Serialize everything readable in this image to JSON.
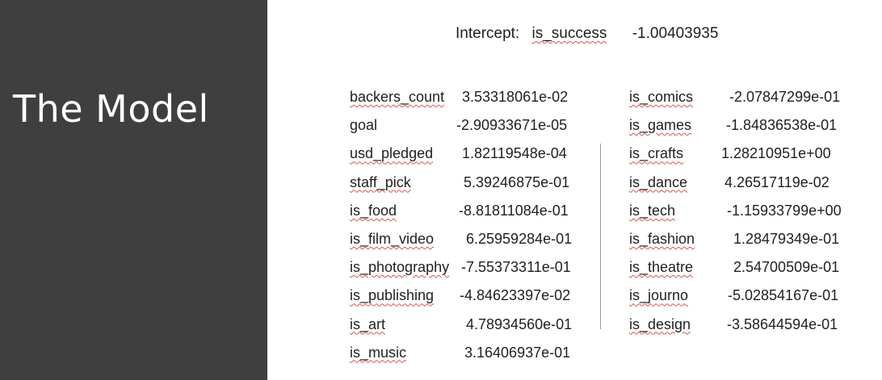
{
  "slide": {
    "title": "The Model"
  },
  "intercept": {
    "label": "Intercept:",
    "feature": "is_success",
    "value": "-1.00403935"
  },
  "coefficients_left": [
    {
      "name": "backers_count",
      "value": "3.53318061e-02"
    },
    {
      "name": "goal",
      "value": "-2.90933671e-05"
    },
    {
      "name": "usd_pledged",
      "value": "1.82119548e-04"
    },
    {
      "name": "staff_pick",
      "value": "5.39246875e-01"
    },
    {
      "name": "is_food",
      "value": "-8.81811084e-01"
    },
    {
      "name": "is_film_video",
      "value": "6.25959284e-01"
    },
    {
      "name": "is_photography",
      "value": "-7.55373311e-01"
    },
    {
      "name": "is_publishing",
      "value": "-4.84623397e-02"
    },
    {
      "name": "is_art",
      "value": "4.78934560e-01"
    },
    {
      "name": "is_music",
      "value": "3.16406937e-01"
    }
  ],
  "coefficients_right": [
    {
      "name": "is_comics",
      "value": "-2.07847299e-01"
    },
    {
      "name": "is_games",
      "value": "-1.84836538e-01"
    },
    {
      "name": "is_crafts",
      "value": "1.28210951e+00"
    },
    {
      "name": "is_dance",
      "value": "4.26517119e-02"
    },
    {
      "name": "is_tech",
      "value": "-1.15933799e+00"
    },
    {
      "name": "is_fashion",
      "value": "1.28479349e-01"
    },
    {
      "name": "is_theatre",
      "value": "2.54700509e-01"
    },
    {
      "name": "is_journo",
      "value": "-5.02854167e-01"
    },
    {
      "name": "is_design",
      "value": "-3.58644594e-01"
    }
  ]
}
